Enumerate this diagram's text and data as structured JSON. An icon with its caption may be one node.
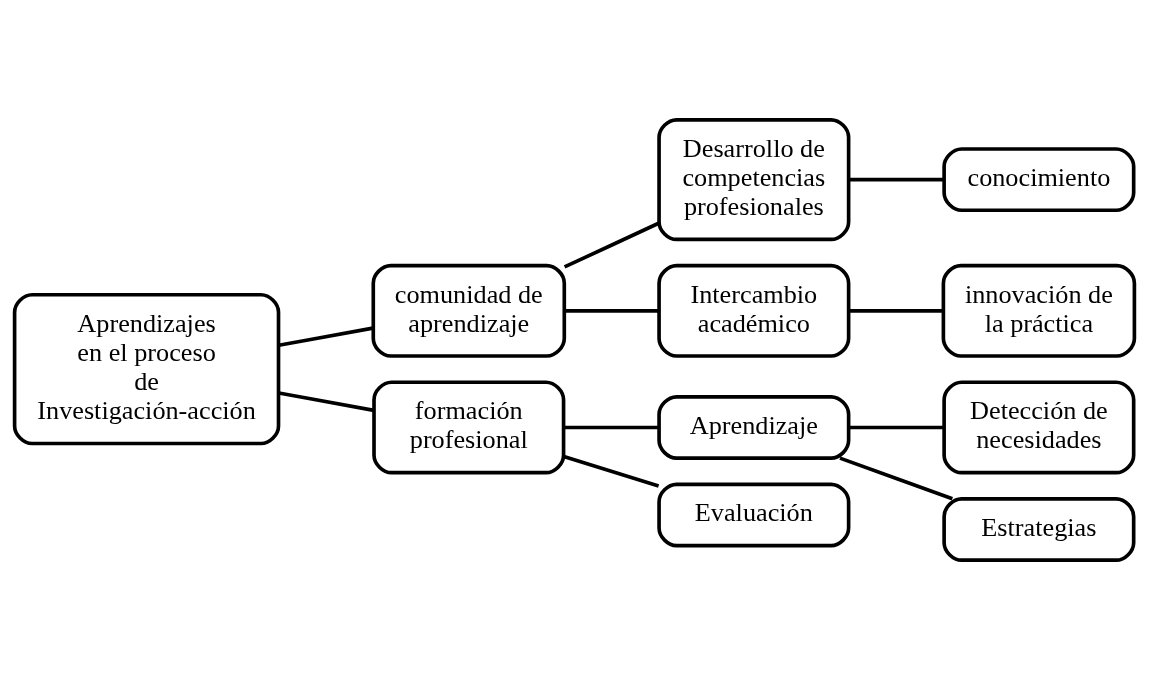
{
  "diagram": {
    "nodes": [
      {
        "text": [
          "Aprendizajes en el proceso de Investigación-acción"
        ]
      },
      {
        "text": [
          "comunidad de aprendizaje"
        ]
      },
      {
        "text": [
          "Desarrollo de competencias profesionales"
        ]
      },
      {
        "text": [
          "conocimiento"
        ]
      },
      {
        "text": [
          "Intercambio académico"
        ]
      },
      {
        "text": [
          "innovación de la práctica"
        ]
      },
      {
        "text": [
          "formación profesional"
        ]
      },
      {
        "text": [
          "Aprendizaje"
        ]
      },
      {
        "text": [
          "Detección de necesidades"
        ]
      },
      {
        "text": [
          "Estrategias"
        ]
      },
      {
        "text": [
          "Evaluación"
        ]
      }
    ],
    "edges": [
      {
        "from": 0,
        "to": 1,
        "arrow": "none"
      },
      {
        "from": 0,
        "to": 6,
        "arrow": "none"
      },
      {
        "from": 1,
        "to": 2,
        "arrow": "none"
      },
      {
        "from": 1,
        "to": 4,
        "arrow": "none"
      },
      {
        "from": 2,
        "to": 3,
        "arrow": "none"
      },
      {
        "from": 4,
        "to": 5,
        "arrow": "none"
      },
      {
        "from": 6,
        "to": 7,
        "arrow": "none"
      },
      {
        "from": 6,
        "to": 10,
        "arrow": "none"
      },
      {
        "from": 7,
        "to": 8,
        "arrow": "none"
      },
      {
        "from": 7,
        "to": 9,
        "arrow": "none"
      }
    ]
  }
}
